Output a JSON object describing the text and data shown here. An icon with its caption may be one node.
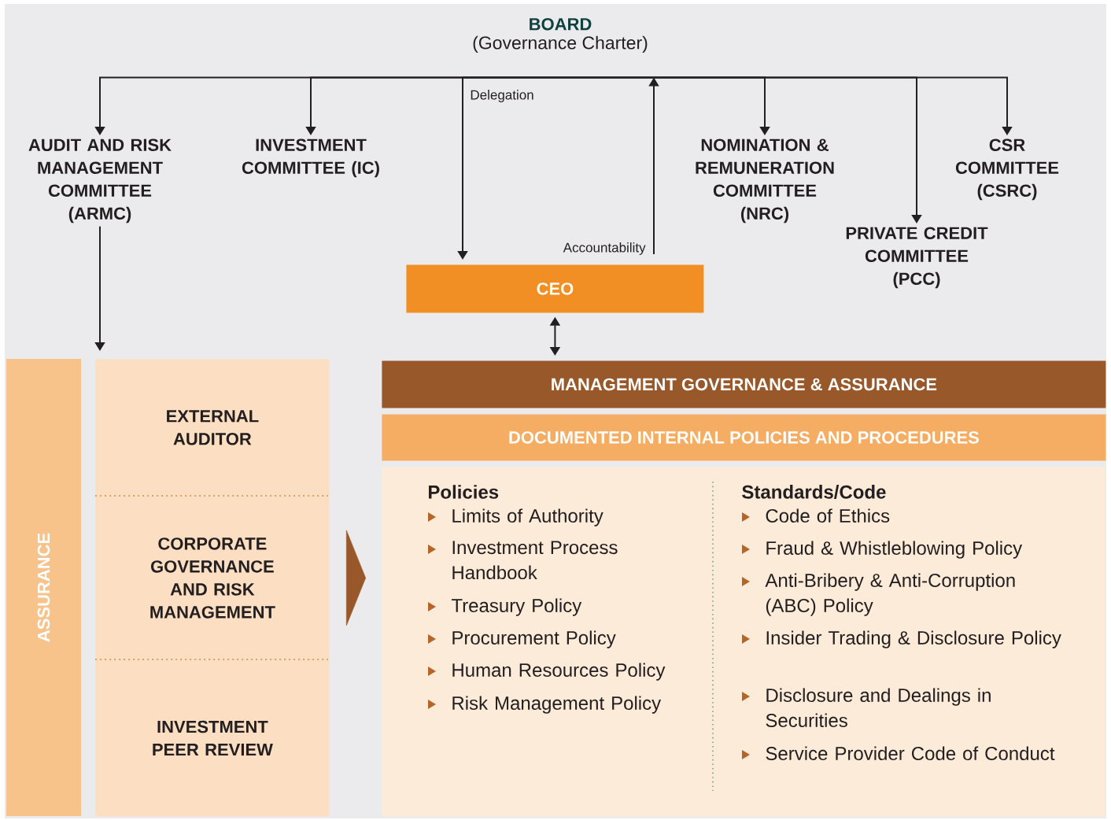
{
  "diagram": {
    "nodes": [
      {
        "text": [
          "BOARD",
          "(Governance Charter)"
        ]
      },
      {
        "text": [
          "AUDIT AND RISK MANAGEMENT COMMITTEE (ARMC)"
        ]
      },
      {
        "text": [
          "INVESTMENT COMMITTEE (IC)"
        ]
      },
      {
        "text": [
          "NOMINATION & REMUNERATION COMMITTEE (NRC)"
        ]
      },
      {
        "text": [
          "CSR COMMITTEE (CSRC)"
        ]
      },
      {
        "text": [
          "PRIVATE CREDIT COMMITTEE (PCC)"
        ]
      },
      {
        "text": [
          "CEO"
        ]
      },
      {
        "text": [
          "ASSURANCE"
        ]
      },
      {
        "text": [
          "EXTERNAL AUDITOR"
        ]
      },
      {
        "text": [
          "CORPORATE GOVERNANCE AND RISK MANAGEMENT"
        ]
      },
      {
        "text": [
          "INVESTMENT PEER REVIEW"
        ]
      },
      {
        "text": [
          "MANAGEMENT GOVERNANCE & ASSURANCE"
        ]
      },
      {
        "text": [
          "DOCUMENTED INTERNAL POLICIES AND PROCEDURES"
        ]
      },
      {
        "text": [],
        "shape": "box"
      },
      {
        "text": [
          "Policies",
          "Limits of Authority",
          "Investment Process Handbook",
          "Treasury Policy",
          "Procurement Policy",
          "Human Resources Policy",
          "Risk Management Policy"
        ],
        "in": 13
      },
      {
        "text": [
          "Standards/Code",
          "Code of Ethics",
          "Fraud & Whistleblowing Policy",
          "Anti-Bribery & Anti-Corruption (ABC) Policy",
          "Insider Trading & Disclosure Policy",
          "Disclosure and Dealings in Securities",
          "Service Provider Code of Conduct"
        ],
        "in": 13
      }
    ],
    "edges": [
      {
        "from": 0,
        "to": 1,
        "arrow": "to"
      },
      {
        "from": 0,
        "to": 2,
        "arrow": "to"
      },
      {
        "from": 0,
        "to": 3,
        "arrow": "to"
      },
      {
        "from": 0,
        "to": 4,
        "arrow": "to"
      },
      {
        "from": 0,
        "to": 5,
        "arrow": "to"
      },
      {
        "from": 0,
        "to": 6,
        "arrow": "to",
        "label": "Delegation"
      },
      {
        "from": 6,
        "to": 0,
        "arrow": "to",
        "label": "Accountability"
      },
      {
        "from": 1,
        "to": 8,
        "arrow": "to"
      },
      {
        "from": 6,
        "to": 11,
        "arrow": "both"
      },
      {
        "from": 9,
        "to": 13,
        "arrow": "to",
        "style": "thick",
        "color": "#98582a"
      }
    ]
  }
}
